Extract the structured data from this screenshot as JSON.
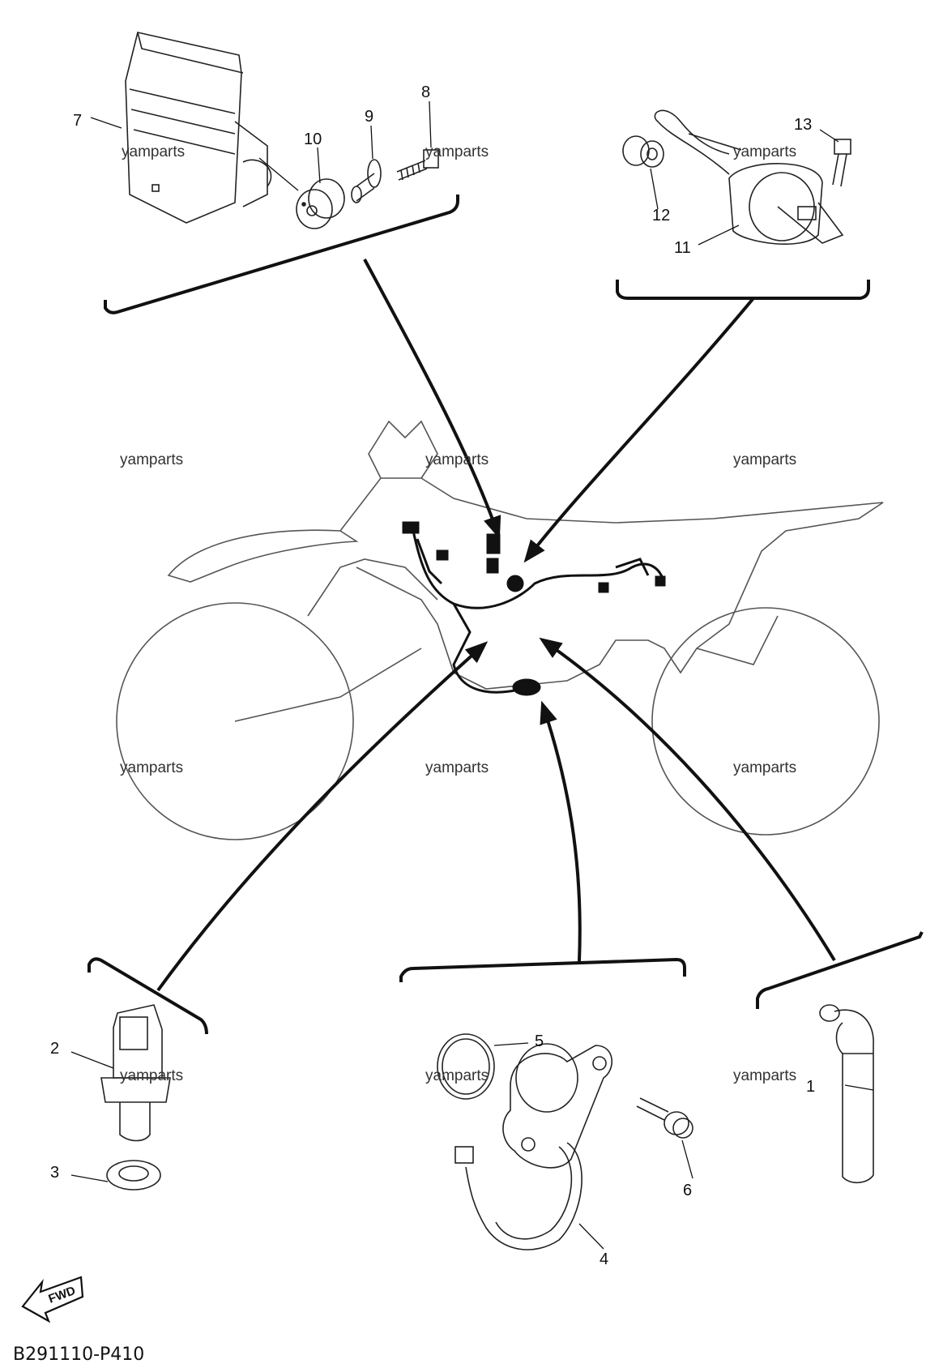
{
  "diagram_code": "B291110-P410",
  "fwd_label": "FWD",
  "watermark": "yamparts",
  "colors": {
    "line": "#111111",
    "outline": "#444444",
    "background": "#ffffff"
  },
  "callouts": [
    {
      "id": "c1",
      "label": "1"
    },
    {
      "id": "c2",
      "label": "2"
    },
    {
      "id": "c3",
      "label": "3"
    },
    {
      "id": "c4",
      "label": "4"
    },
    {
      "id": "c5",
      "label": "5"
    },
    {
      "id": "c6",
      "label": "6"
    },
    {
      "id": "c7",
      "label": "7"
    },
    {
      "id": "c8",
      "label": "8"
    },
    {
      "id": "c9",
      "label": "9"
    },
    {
      "id": "c10",
      "label": "10"
    },
    {
      "id": "c11",
      "label": "11"
    },
    {
      "id": "c12",
      "label": "12"
    },
    {
      "id": "c13",
      "label": "13"
    }
  ]
}
